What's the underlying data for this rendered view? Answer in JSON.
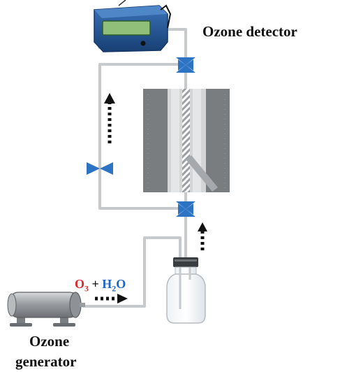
{
  "labels": {
    "ozone_detector": "Ozone detector",
    "ozone_generator_line1": "Ozone",
    "ozone_generator_line2": "generator"
  },
  "formula": {
    "ozone_main": "O",
    "ozone_sub": "3",
    "plus": "+",
    "water_h": "H",
    "water_sub": "2",
    "water_o": "O"
  },
  "colors": {
    "tube": "#c8ccd0",
    "valve": "#2d73c4",
    "detector_body": "#1f4f8e",
    "detector_screen": "#8fbf78",
    "formula_ozone": "#e0262b",
    "formula_water": "#1d66c8"
  },
  "icons": {
    "detector": "ozone-detector-device",
    "generator": "ozone-generator-cylinder",
    "valve": "bowtie-valve",
    "bottle": "water-bubbler-bottle",
    "flow_arrow": "dotted-arrow"
  }
}
